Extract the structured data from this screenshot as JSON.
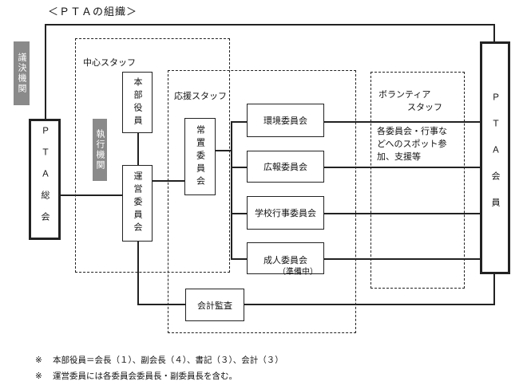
{
  "title": "＜ＰＴＡの組織＞",
  "labels": {
    "decision": "議決機関",
    "execution": "執行機関",
    "core_staff": "中心スタッフ",
    "support_staff": "応援スタッフ",
    "volunteer_line1": "ボランティア",
    "volunteer_line2": "スタッフ",
    "volunteer_desc_line1": "各委員会・行事な",
    "volunteer_desc_line2": "どへのスポット参",
    "volunteer_desc_line3": "加、支援等"
  },
  "boxes": {
    "pta_general": "ＰＴＡ総会",
    "honbu": "本部役員",
    "unei": "運営委員会",
    "joti": "常置委員会",
    "kankyo": "環境委員会",
    "koho": "広報委員会",
    "gakko": "学校行事委員会",
    "seijin": "成人委員会",
    "seijin_sub": "（準備中）",
    "kaikei": "会計監査",
    "pta_members": "ＰＴＡ会員"
  },
  "notes": [
    {
      "mark": "※",
      "text": "本部役員＝会長（１）、副会長（４）、書記（３）、会計（３）"
    },
    {
      "mark": "※",
      "text": "運営委員には各委員会委員長・副委員長を含む。"
    }
  ]
}
